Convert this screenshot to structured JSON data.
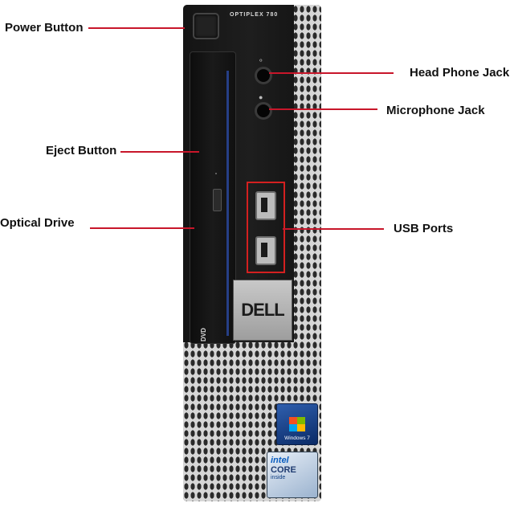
{
  "device": {
    "model_text": "OPTIPLEX 780",
    "brand_text": "DELL",
    "drive_logo_text": "DVD",
    "windows_sticker_text": "Windows 7",
    "intel_brand_text": "intel",
    "intel_core_text": "CORE",
    "intel_inside_text": "inside"
  },
  "callouts": [
    {
      "id": "power-button",
      "label": "Power Button"
    },
    {
      "id": "head-phone-jack",
      "label": "Head Phone Jack"
    },
    {
      "id": "microphone-jack",
      "label": "Microphone Jack"
    },
    {
      "id": "eject-button",
      "label": "Eject Button"
    },
    {
      "id": "optical-drive",
      "label": "Optical Drive"
    },
    {
      "id": "usb-ports",
      "label": "USB Ports"
    }
  ],
  "colors": {
    "leader_line": "#c8162a",
    "usb_highlight": "#d42020",
    "bezel": "#161616",
    "mesh": "#d6d6d6"
  },
  "icons": [
    "headphone-icon",
    "microphone-icon",
    "usb-symbol-icon",
    "windows-flag-icon"
  ]
}
